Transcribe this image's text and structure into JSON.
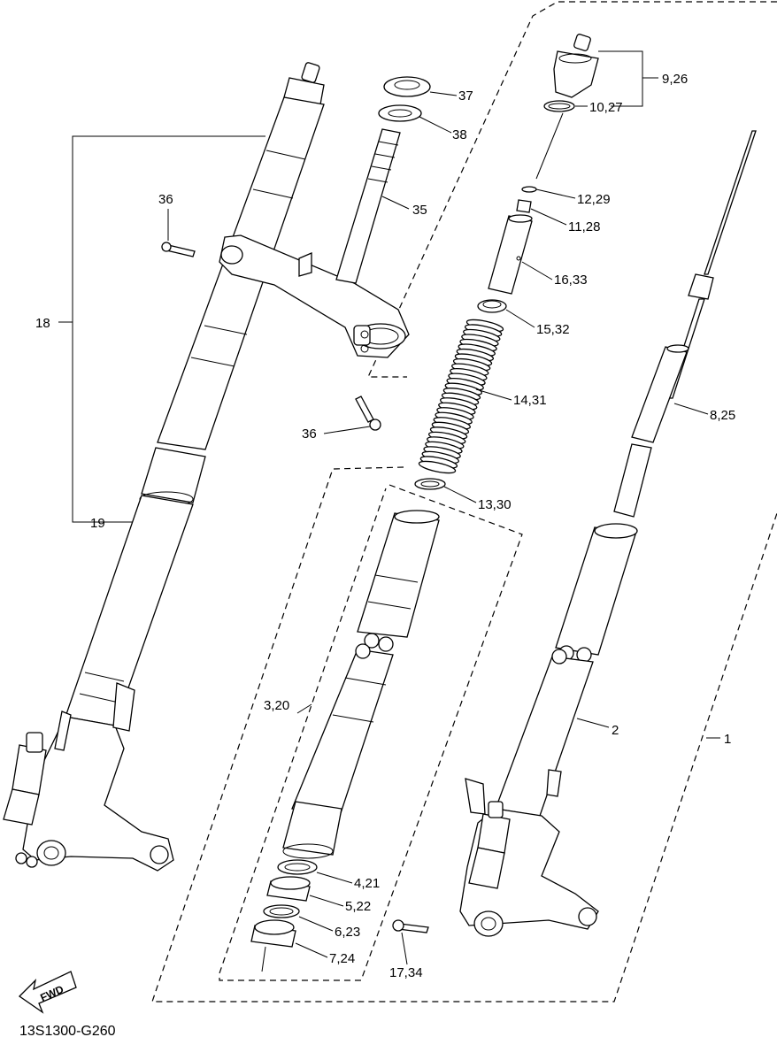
{
  "diagram_code": "13S1300-G260",
  "fwd_label": "FWD",
  "callouts": {
    "c1": "1",
    "c2": "2",
    "c3": "3,20",
    "c4": "4,21",
    "c5": "5,22",
    "c6": "6,23",
    "c7": "7,24",
    "c8": "8,25",
    "c9": "9,26",
    "c10": "10,27",
    "c11": "11,28",
    "c12": "12,29",
    "c13": "13,30",
    "c14": "14,31",
    "c15": "15,32",
    "c16": "16,33",
    "c17": "17,34",
    "c18": "18",
    "c19": "19",
    "c35": "35",
    "c36a": "36",
    "c36b": "36",
    "c37": "37",
    "c38": "38"
  }
}
